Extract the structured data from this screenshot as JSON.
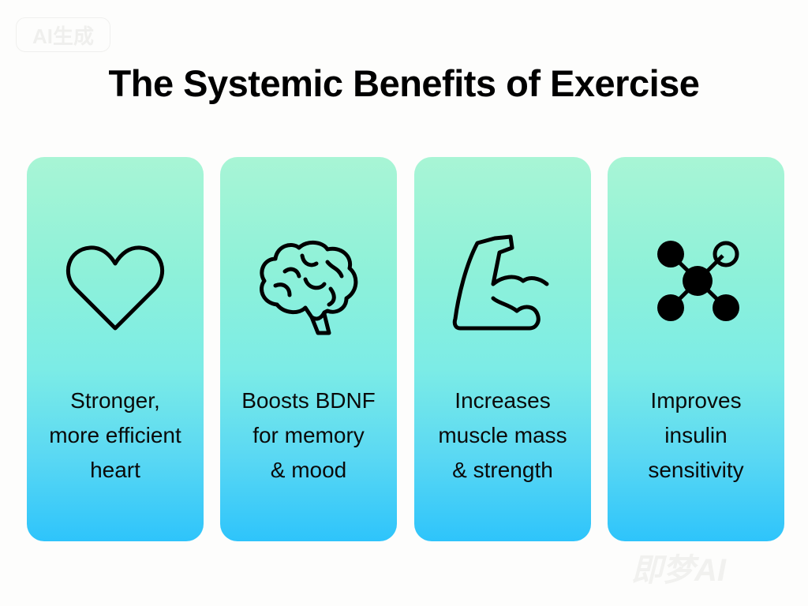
{
  "badge": "AI生成",
  "title": "The Systemic Benefits of Exercise",
  "cards": [
    {
      "icon": "heart-icon",
      "lines": [
        "Stronger,",
        "more efficient",
        "heart"
      ]
    },
    {
      "icon": "brain-icon",
      "lines": [
        "Boosts BDNF",
        "for memory",
        "& mood"
      ]
    },
    {
      "icon": "flexed-arm-icon",
      "lines": [
        "Increases",
        "muscle mass",
        "& strength"
      ]
    },
    {
      "icon": "molecule-icon",
      "lines": [
        "Improves",
        "insulin",
        "sensitivity"
      ]
    }
  ],
  "watermark": "即梦AI",
  "colors": {
    "card_top": "#a8f5d5",
    "card_bottom": "#2ec4fb",
    "text": "#000000"
  }
}
